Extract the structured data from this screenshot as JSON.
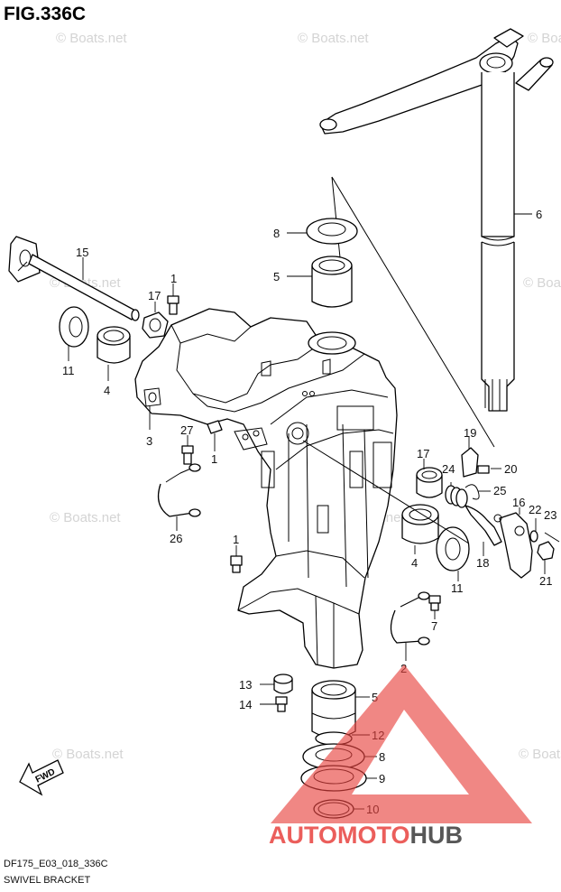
{
  "figure": {
    "title": "FIG.336C",
    "model_code": "DF175_E03_018_336C",
    "subtitle": "SWIVEL BRACKET",
    "fwd_label": "FWD"
  },
  "watermarks": [
    "© Boats.net",
    "© Boats.net",
    "© Boats.net",
    "© Boats.net",
    "© Boats.net",
    "© Boats.net",
    "© Boats.net",
    "© Boats.net",
    "© Boats.net"
  ],
  "brand": {
    "part1": "AUTO",
    "part2": "MOTO",
    "part3": "HUB",
    "color_red": "#e8433f",
    "color_dark": "#3a3a3a"
  },
  "callouts": [
    "6",
    "8",
    "5",
    "15",
    "1",
    "17",
    "11",
    "4",
    "3",
    "27",
    "1",
    "26",
    "1",
    "19",
    "20",
    "17",
    "24",
    "25",
    "16",
    "22",
    "23",
    "21",
    "18",
    "11",
    "4",
    "7",
    "2",
    "13",
    "5",
    "14",
    "12",
    "8",
    "9",
    "10"
  ]
}
